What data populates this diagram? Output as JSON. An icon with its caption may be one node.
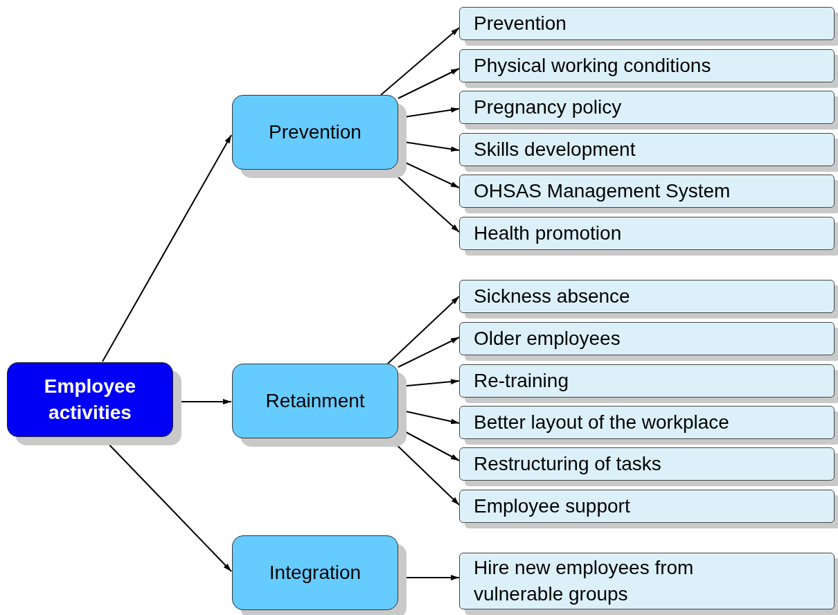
{
  "diagram": {
    "nodes": [
      {
        "text": [
          "Employee activities"
        ]
      },
      {
        "text": [
          "Prevention"
        ]
      },
      {
        "text": [
          "Retainment"
        ]
      },
      {
        "text": [
          "Integration"
        ]
      },
      {
        "text": [
          "Prevention"
        ]
      },
      {
        "text": [
          "Physical working conditions"
        ]
      },
      {
        "text": [
          "Pregnancy policy"
        ]
      },
      {
        "text": [
          "Skills development"
        ]
      },
      {
        "text": [
          "OHSAS Management System"
        ]
      },
      {
        "text": [
          "Health promotion"
        ]
      },
      {
        "text": [
          "Sickness absence"
        ]
      },
      {
        "text": [
          "Older employees"
        ]
      },
      {
        "text": [
          "Re-training"
        ]
      },
      {
        "text": [
          "Better layout of the workplace"
        ]
      },
      {
        "text": [
          "Restructuring of tasks"
        ]
      },
      {
        "text": [
          "Employee support"
        ]
      },
      {
        "text": [
          "Hire new employees from vulnerable groups"
        ]
      }
    ],
    "edges": [
      {
        "from": 0,
        "to": 1,
        "arrow": "to"
      },
      {
        "from": 0,
        "to": 2,
        "arrow": "to"
      },
      {
        "from": 0,
        "to": 3,
        "arrow": "to"
      },
      {
        "from": 1,
        "to": 4,
        "arrow": "to"
      },
      {
        "from": 1,
        "to": 5,
        "arrow": "to"
      },
      {
        "from": 1,
        "to": 6,
        "arrow": "to"
      },
      {
        "from": 1,
        "to": 7,
        "arrow": "to"
      },
      {
        "from": 1,
        "to": 8,
        "arrow": "to"
      },
      {
        "from": 1,
        "to": 9,
        "arrow": "to"
      },
      {
        "from": 2,
        "to": 10,
        "arrow": "to"
      },
      {
        "from": 2,
        "to": 11,
        "arrow": "to"
      },
      {
        "from": 2,
        "to": 12,
        "arrow": "to"
      },
      {
        "from": 2,
        "to": 13,
        "arrow": "to"
      },
      {
        "from": 2,
        "to": 14,
        "arrow": "to"
      },
      {
        "from": 2,
        "to": 15,
        "arrow": "to"
      },
      {
        "from": 3,
        "to": 16,
        "arrow": "to"
      }
    ]
  }
}
